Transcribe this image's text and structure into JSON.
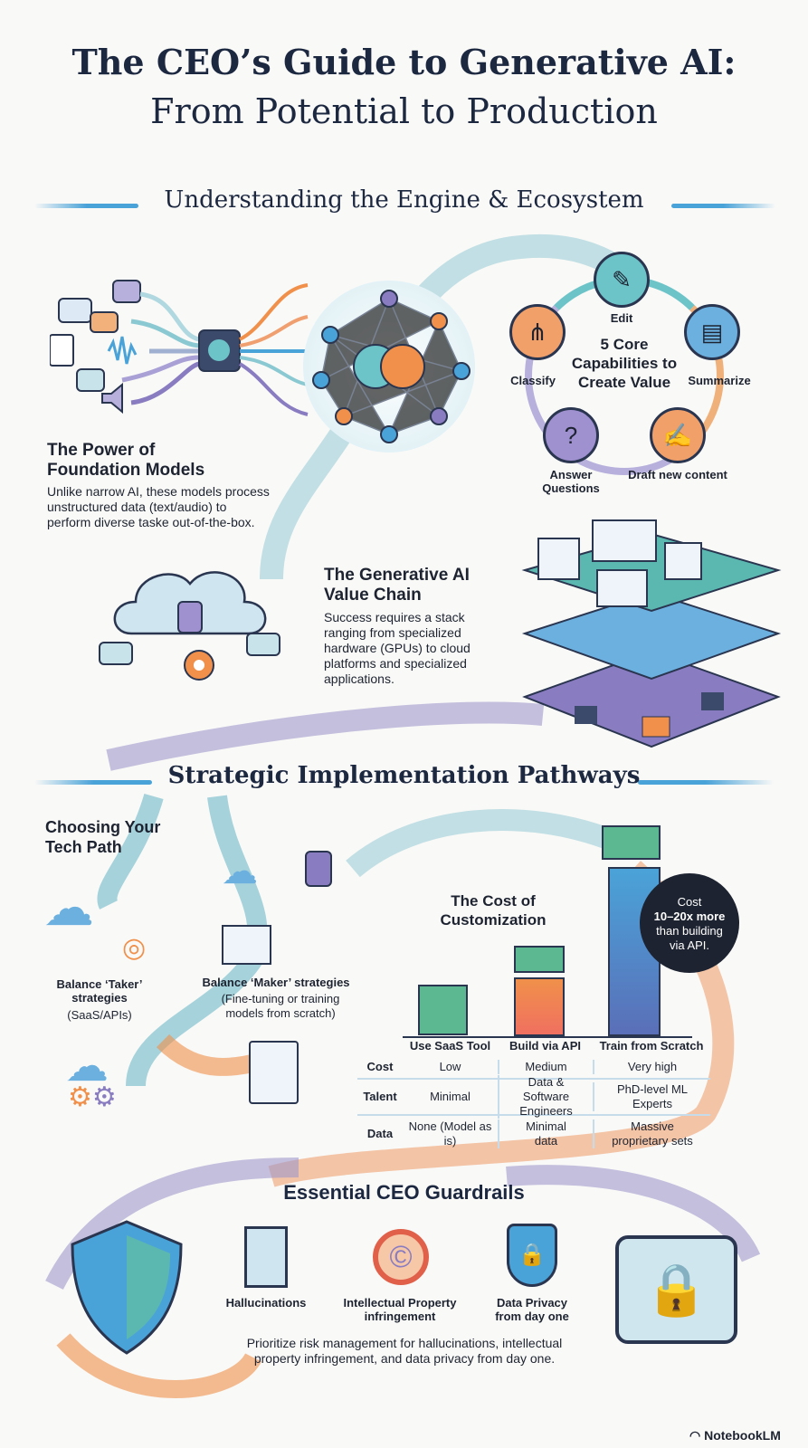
{
  "title": {
    "line1": "The CEO’s Guide to Generative AI:",
    "line2": "From Potential to Production"
  },
  "section1": {
    "heading": "Understanding the Engine & Ecosystem",
    "foundation": {
      "title": "The Power of Foundation Models",
      "body": "Unlike narrow AI, these models process unstructured data (text/audio) to perform diverse taske out-of-the-box."
    },
    "capabilities": {
      "center": "5 Core Capabilities to Create Value",
      "items": [
        "Edit",
        "Summarize",
        "Draft new content",
        "Answer Questions",
        "Classify"
      ]
    },
    "value_chain": {
      "title": "The Generative AI Value Chain",
      "body": "Success requires a stack ranging from specialized hardware (GPUs) to cloud platforms and specialized applications."
    }
  },
  "section2": {
    "heading": "Strategic Implementation Pathways",
    "tech_path": "Choosing Your Tech Path",
    "taker": {
      "title": "Balance ‘Taker’ strategies",
      "sub": "(SaaS/APIs)"
    },
    "maker": {
      "title": "Balance ‘Maker’ strategies",
      "sub": "(Fine-tuning or training models from scratch)"
    },
    "cost_title": "The Cost of Customization",
    "bubble": {
      "pre": "Cost",
      "bold": "10–20x more",
      "post": "than building via API."
    },
    "table": {
      "columns": [
        "Use SaaS Tool",
        "Build via API",
        "Train from Scratch"
      ],
      "rows": [
        {
          "label": "Cost",
          "cells": [
            "Low",
            "Medium",
            "Very high"
          ]
        },
        {
          "label": "Talent",
          "cells": [
            "Minimal",
            "Data & Software Engineers",
            "PhD-level ML Experts"
          ]
        },
        {
          "label": "Data",
          "cells": [
            "None (Model as is)",
            "Minimal data",
            "Massive proprietary sets"
          ]
        }
      ]
    }
  },
  "section3": {
    "heading": "Essential CEO Guardrails",
    "items": [
      "Hallucinations",
      "Intellectual Property infringement",
      "Data Privacy from day one"
    ],
    "body": "Prioritize risk management for hallucinations, intellectual property infringement, and data privacy from day one."
  },
  "footer": {
    "brand": "NotebookLM"
  },
  "colors": {
    "navy": "#1c2740",
    "blue": "#4aa3d8",
    "teal": "#5bb8b0",
    "orange": "#f0904a",
    "purple": "#8a7cc0"
  }
}
